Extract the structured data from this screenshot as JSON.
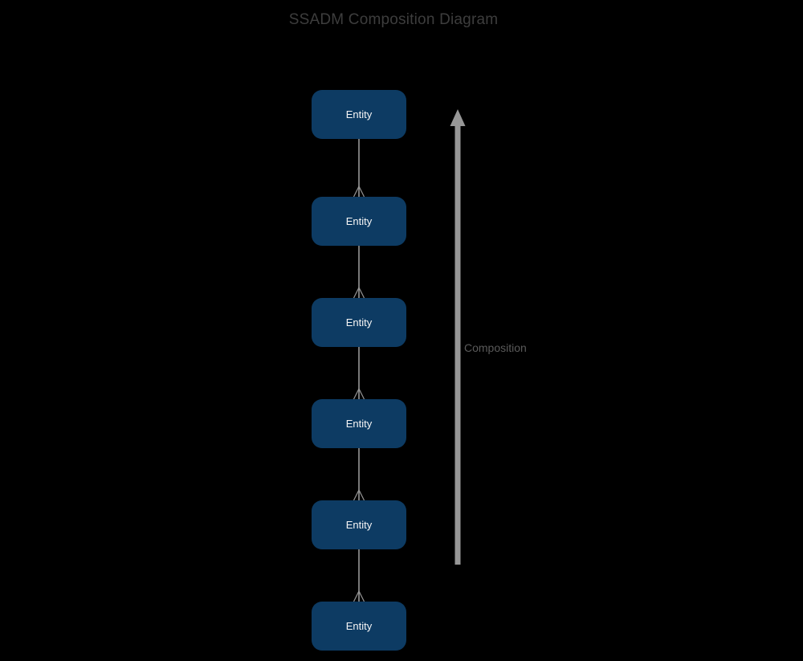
{
  "title": "SSADM Composition Diagram",
  "diagram": {
    "nodes": [
      {
        "label": "Entity"
      },
      {
        "label": "Entity"
      },
      {
        "label": "Entity"
      },
      {
        "label": "Entity"
      },
      {
        "label": "Entity"
      },
      {
        "label": "Entity"
      }
    ],
    "arrow": {
      "label": "Composition"
    },
    "icons": {
      "arrow_up_icon": "filled triangle pointing up with thick shaft",
      "crows_foot_icon": "three-prong crow's foot fan pointing into box below"
    },
    "colors": {
      "background": "#000000",
      "entity_fill": "#0d3b63",
      "entity_text": "#f5f5f5",
      "connector": "#979797",
      "title_text": "#3d3d3d",
      "label_text": "#5a5a5a"
    }
  }
}
